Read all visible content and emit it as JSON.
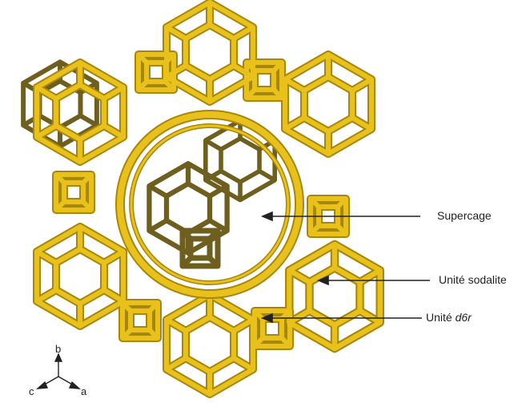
{
  "labels": {
    "supercage": "Supercage",
    "sodalite_prefix": "Unité sodalite",
    "d6r_prefix": "Unité ",
    "d6r_italic": "d6r"
  },
  "axes": {
    "b": "b",
    "c": "c",
    "a": "a"
  },
  "colors": {
    "frame": "#e8c21a",
    "frame_edge": "#a8860a",
    "frame_dark": "#6e5f1e",
    "arrow": "#222222"
  }
}
